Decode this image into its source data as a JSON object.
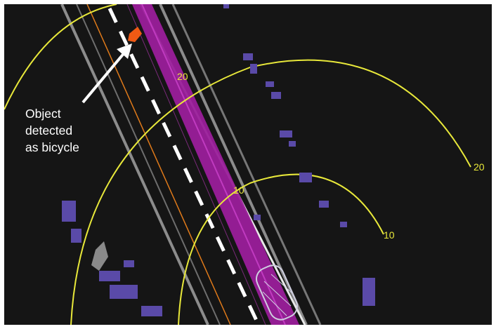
{
  "annotation": {
    "lines": [
      "Object",
      "detected",
      "as bicycle"
    ]
  },
  "range_rings": [
    {
      "label": "20"
    },
    {
      "label": "20"
    },
    {
      "label": "10"
    },
    {
      "label": "10"
    }
  ],
  "colors": {
    "background": "#151515",
    "range_ring": "#e8e83a",
    "road_edge": "#8c8c8c",
    "lane_center": "#ffffff",
    "lane_boundary_orange": "#e07a1a",
    "planned_path": "#9a1e9a",
    "bicycle": "#f05a14",
    "lidar_points": "#5a4aa8",
    "unknown_object": "#8a8a8a"
  }
}
